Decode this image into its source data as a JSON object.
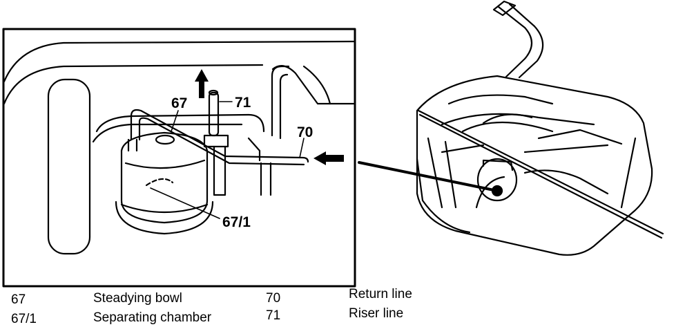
{
  "callouts": {
    "c67": "67",
    "c71": "71",
    "c70": "70",
    "c67_1": "67/1"
  },
  "legend": [
    {
      "number": "67",
      "label": "Steadying bowl"
    },
    {
      "number": "67/1",
      "label": "Separating chamber"
    },
    {
      "number": "70",
      "label": "Return line"
    },
    {
      "number": "71",
      "label": "Riser line"
    }
  ]
}
